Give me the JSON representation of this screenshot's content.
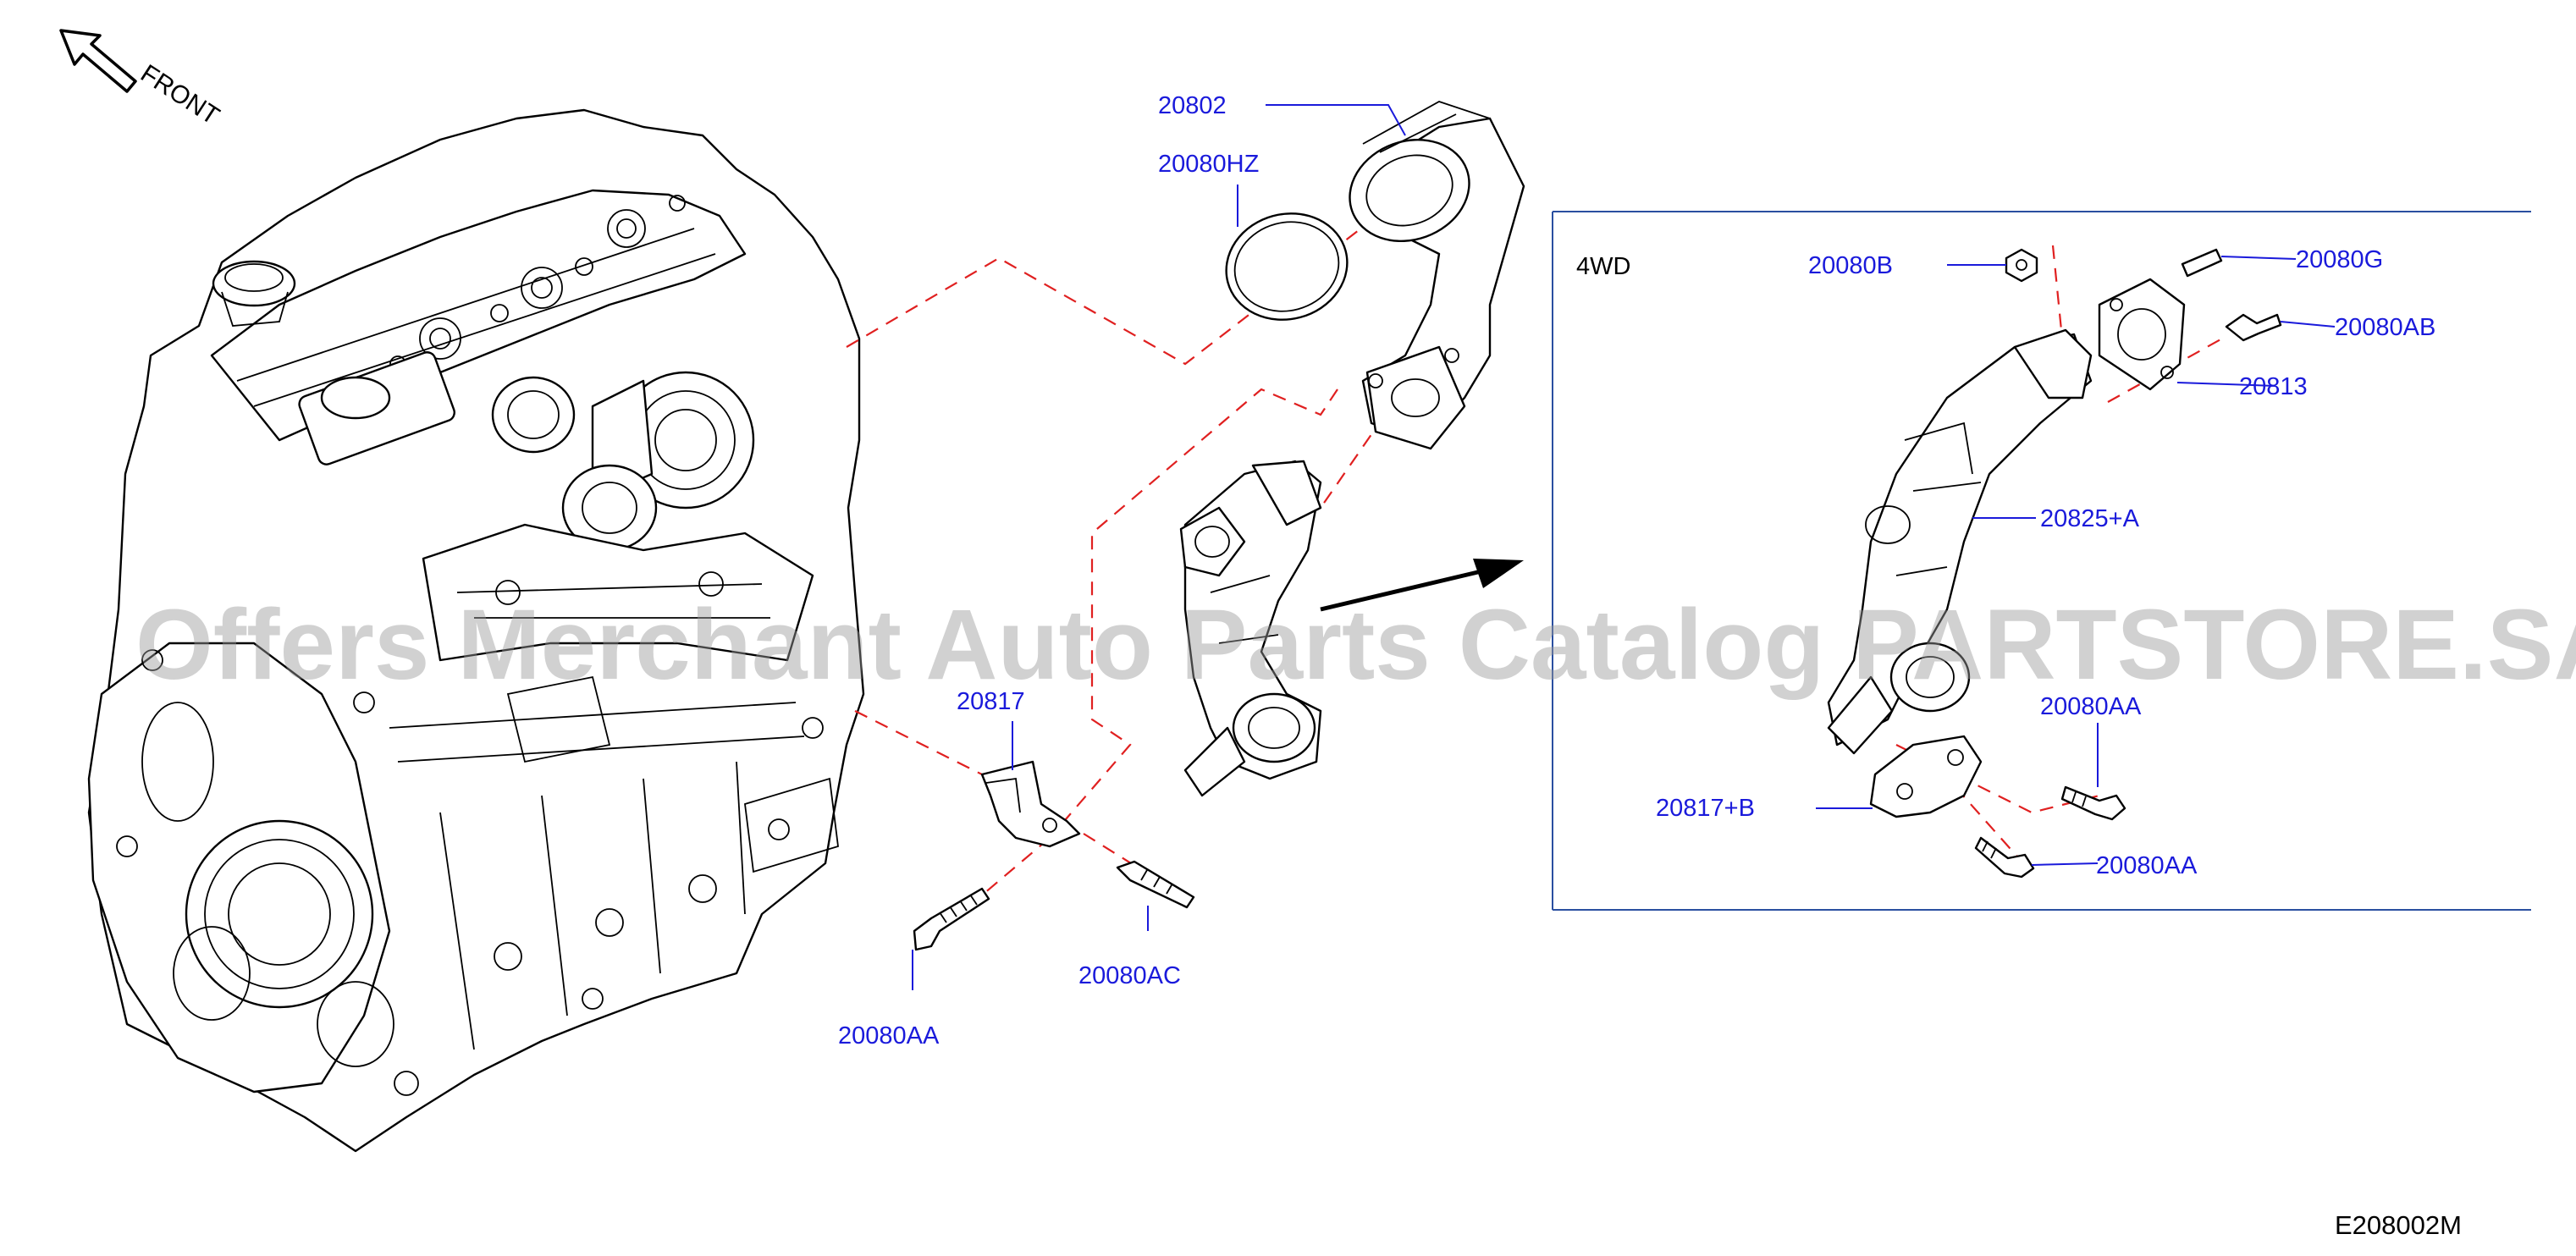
{
  "orientation": {
    "label": "FRONT",
    "icon": "front-arrow-icon"
  },
  "inset": {
    "label": "4WD"
  },
  "callouts": {
    "c20802": "20802",
    "c20080HZ": "20080HZ",
    "c20817": "20817",
    "c20080AC": "20080AC",
    "c20080AA_main": "20080AA",
    "c20080B": "20080B",
    "c20080G": "20080G",
    "c20080AB": "20080AB",
    "c20813": "20813",
    "c20825A": "20825+A",
    "c20080AA_inset1": "20080AA",
    "c20817B": "20817+B",
    "c20080AA_inset2": "20080AA"
  },
  "watermark": "Offers Merchant Auto Parts Catalog PARTSTORE.SA",
  "diagram_code": "E208002M",
  "colors": {
    "callout": "#1a1adb",
    "guide_dash": "#e02020",
    "line": "#000000",
    "watermark": "#9a9a9a"
  }
}
